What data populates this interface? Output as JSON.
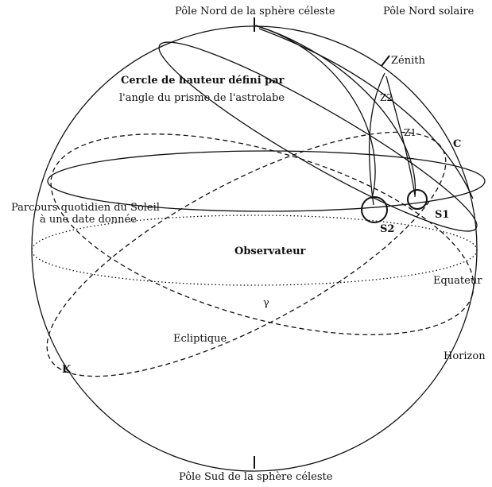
{
  "labels": {
    "north_celestial_pole": "Pôle Nord de la sphère céleste",
    "solar_north_pole": "Pôle Nord solaire",
    "zenith": "Zénith",
    "altitude_circle_line1": "Cercle de hauteur défini par",
    "altitude_circle_line2": "l'angle du prisme de l'astrolabe",
    "z2": "Z2",
    "z1": "Z1",
    "c": "C",
    "daily_path_line1": "Parcours quotidien du Soleil",
    "daily_path_line2": "à une date donnée",
    "s1": "S1",
    "s2": "S2",
    "observer": "Observateur",
    "equator": "Equateur",
    "gamma": "γ",
    "ecliptic": "Ecliptique",
    "horizon": "Horizon",
    "k": "K",
    "south_celestial_pole": "Pôle Sud de la sphère céleste"
  },
  "colors": {
    "line": "#111111",
    "background": "#ffffff"
  }
}
